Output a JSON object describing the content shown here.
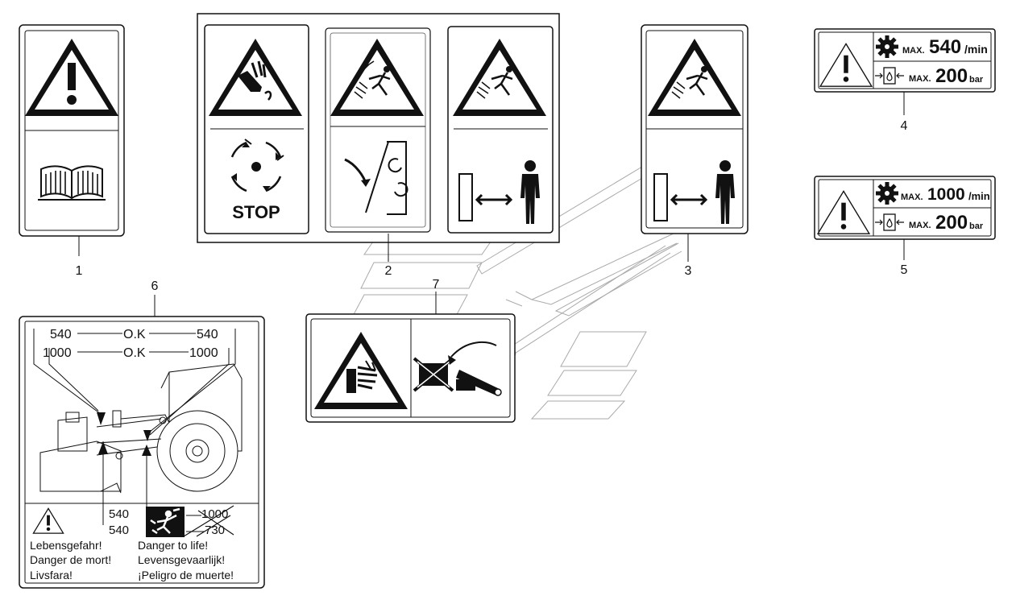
{
  "callouts": {
    "c1": "1",
    "c2": "2",
    "c3": "3",
    "c4": "4",
    "c5": "5",
    "c6": "6",
    "c7": "7"
  },
  "stop_label": "STOP",
  "decal4": {
    "max_prefix": "MAX.",
    "speed_value": "540",
    "speed_unit": "/min",
    "pressure_prefix": "MAX.",
    "pressure_value": "200",
    "pressure_unit": "bar"
  },
  "decal5": {
    "max_prefix": "MAX.",
    "speed_value": "1000",
    "speed_unit": "/min",
    "pressure_prefix": "MAX.",
    "pressure_value": "200",
    "pressure_unit": "bar"
  },
  "decal6": {
    "row1_left": "540",
    "row1_mid": "O.K",
    "row1_right": "540",
    "row2_left": "1000",
    "row2_mid": "O.K",
    "row2_right": "1000",
    "bottom_left_1": "540",
    "bottom_left_2": "540",
    "bottom_right_1": "1000",
    "bottom_right_2": "730",
    "warn_de": "Lebensgefahr!",
    "warn_fr": "Danger de mort!",
    "warn_sv": "Livsfara!",
    "warn_en": "Danger to life!",
    "warn_nl": "Levensgevaarlijk!",
    "warn_es": "¡Peligro de muerte!"
  },
  "icons": [
    "warning-triangle-icon",
    "manual-book-icon",
    "hand-crush-icon",
    "rotating-blades-stop-icon",
    "thrown-object-icon",
    "cover-rotation-icon",
    "safety-distance-icon",
    "gear-icon",
    "hydraulic-pressure-icon",
    "tractor-pto-diagram",
    "no-hands-icon"
  ]
}
